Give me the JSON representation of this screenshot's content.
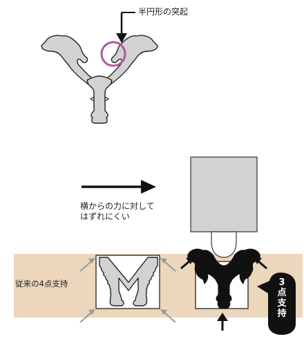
{
  "labels": {
    "semicircle_protrusion": "半円形の突起",
    "lateral_force_line1": "横からの力に対して",
    "lateral_force_line2": "はずれにくい",
    "conventional_support": "従来の4点支持"
  },
  "badge": {
    "line1": "3",
    "line2": "点",
    "line3": "支",
    "line4": "持"
  },
  "colors": {
    "profile_fill": "#d2d2d2",
    "profile_stroke": "#222222",
    "highlight_circle": "#b3549e",
    "ground": "#ecd6bc",
    "gray_arrow": "#9a9a9a",
    "black": "#111111"
  }
}
